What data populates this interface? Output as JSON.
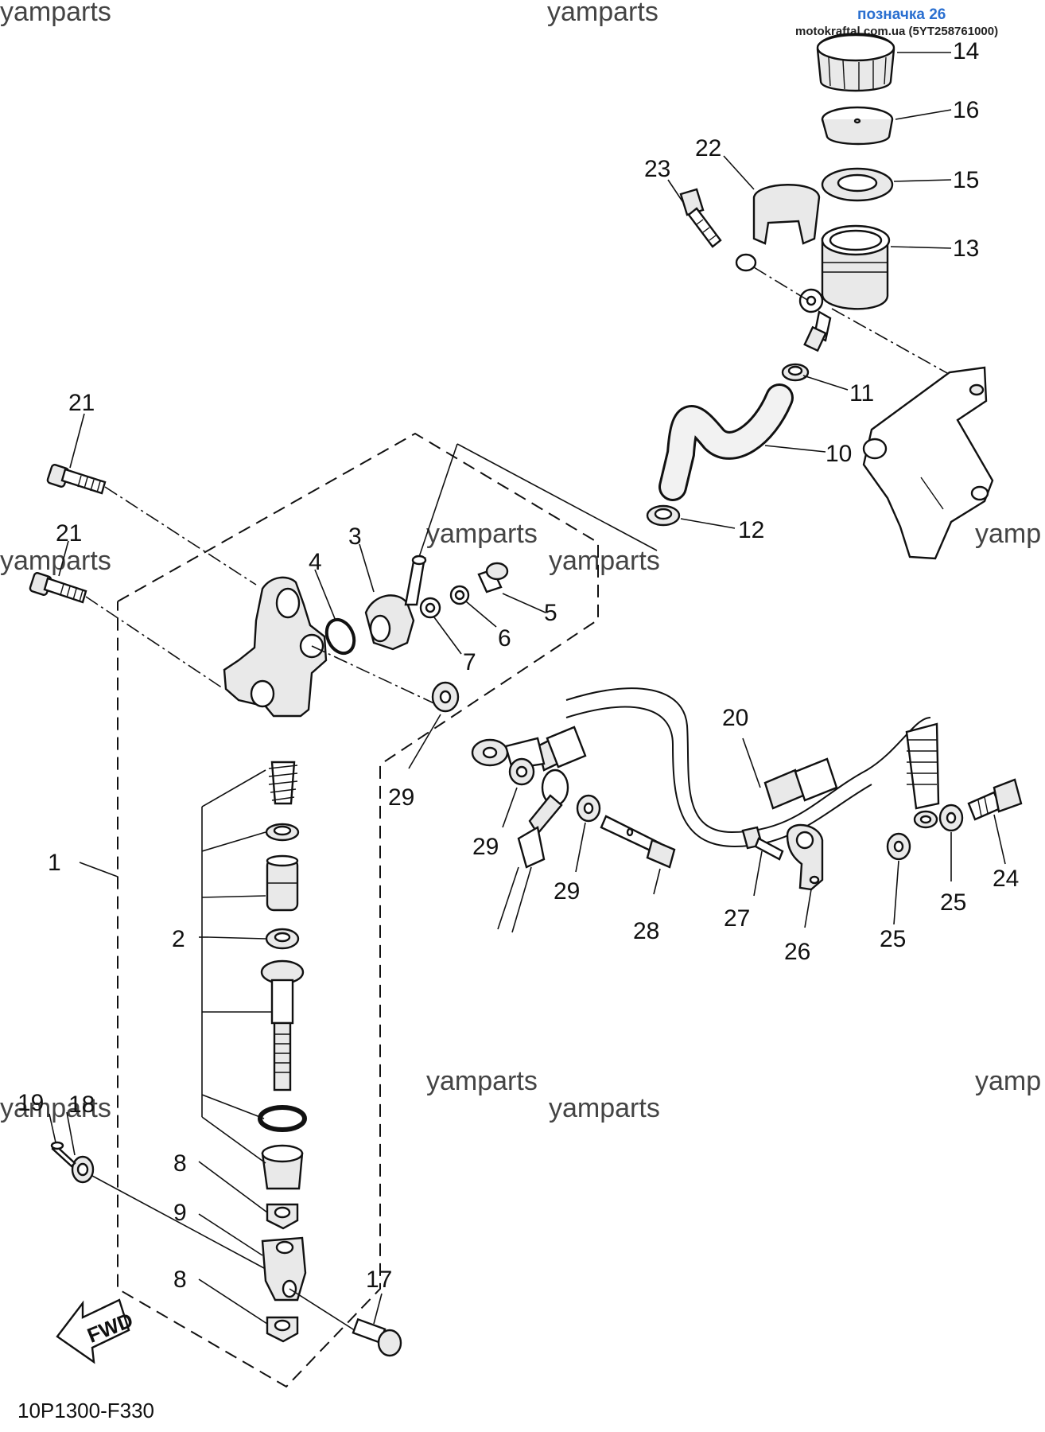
{
  "header": {
    "label_ref": "позначка 26",
    "site": "motokraftal.com.ua (5YT258761000)"
  },
  "diagram_code": "10P1300-F330",
  "fwd_label": "FWD",
  "watermark": "yamparts",
  "watermark_partial": "yamp",
  "watermark_partial2": "yamparts",
  "callouts": {
    "c1": "1",
    "c2": "2",
    "c3": "3",
    "c4": "4",
    "c5": "5",
    "c6": "6",
    "c7": "7",
    "c8a": "8",
    "c8b": "8",
    "c9": "9",
    "c10": "10",
    "c11": "11",
    "c12": "12",
    "c13": "13",
    "c14": "14",
    "c15": "15",
    "c16": "16",
    "c17": "17",
    "c18": "18",
    "c19": "19",
    "c20": "20",
    "c21a": "21",
    "c21b": "21",
    "c22": "22",
    "c23": "23",
    "c24": "24",
    "c25a": "25",
    "c25b": "25",
    "c26": "26",
    "c27": "27",
    "c28": "28",
    "c29a": "29",
    "c29b": "29",
    "c29c": "29"
  }
}
